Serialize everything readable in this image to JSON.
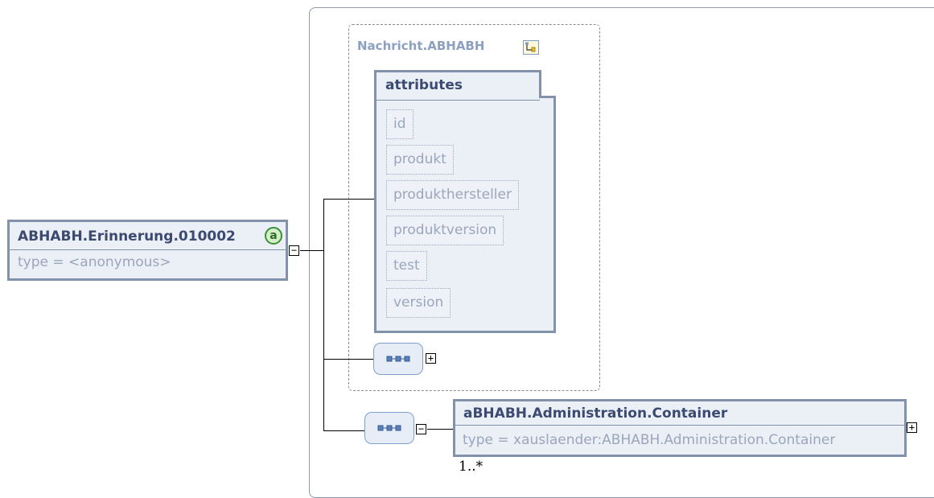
{
  "root": {
    "name": "ABHABH.Erinnerung.010002",
    "badge": "a",
    "type": "type = <anonymous>",
    "toggle": "−"
  },
  "complex_type": {
    "label": "Nachricht.ABHABH",
    "attributes_title": "attributes",
    "attributes": [
      "id",
      "produkt",
      "produkthersteller",
      "produktversion",
      "test",
      "version"
    ],
    "sequence_toggle": "+"
  },
  "container": {
    "name": "aBHABH.Administration.Container",
    "type": "type = xauslaender:ABHABH.Administration.Container",
    "multiplicity": "1..*",
    "toggle": "+",
    "sequence_toggle": "−"
  }
}
